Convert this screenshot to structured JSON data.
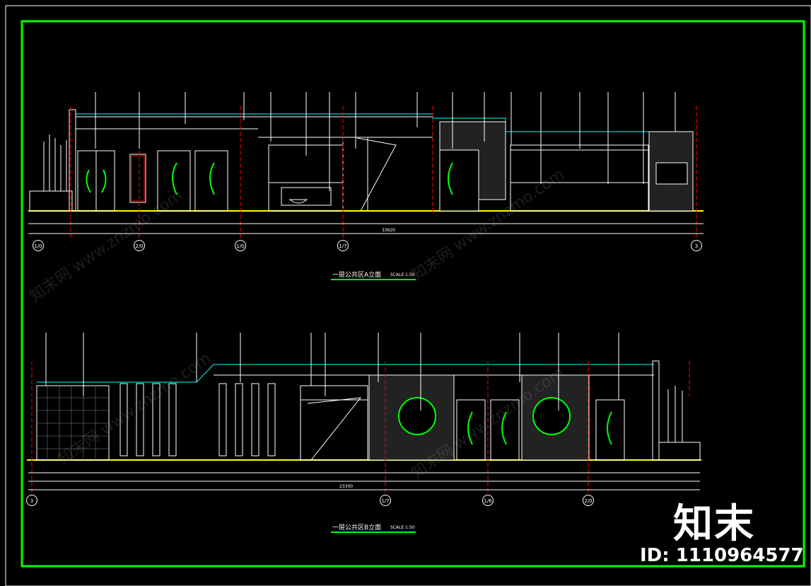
{
  "drawing": {
    "elevation_a": {
      "title": "一层公共区A立面",
      "scale": "SCALE 1:50",
      "total_dim": "33620",
      "axes": [
        "1/0",
        "2/0",
        "1/0",
        "1/7",
        "3"
      ]
    },
    "elevation_b": {
      "title": "一层公共区B立面",
      "scale": "SCALE 1:50",
      "total_dim": "23300",
      "axes": [
        "3",
        "1/7",
        "1/6",
        "2/0"
      ]
    }
  },
  "watermark": {
    "logo_text": "知末",
    "id_text": "ID: 1110964577",
    "repeat_text": "知末网 www.znzmo.com"
  },
  "colors": {
    "background": "#000000",
    "frame": "#00ff00",
    "floor": "#ffff00",
    "ceiling": "#00ffff",
    "axis_lines": "#ff0000",
    "lines": "#ffffff"
  }
}
